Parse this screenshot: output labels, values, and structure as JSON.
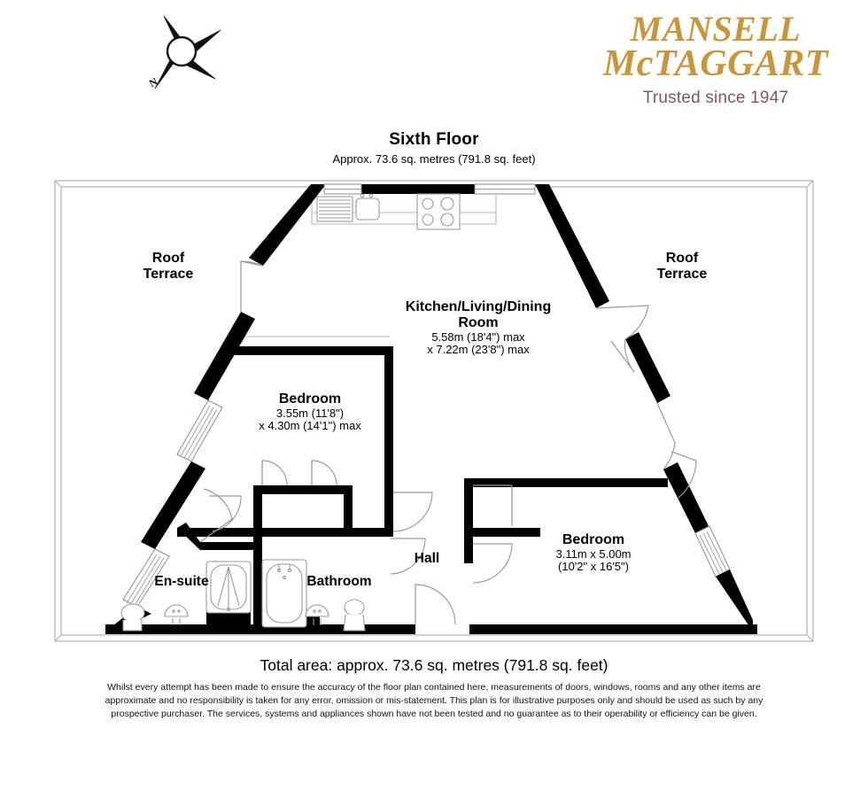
{
  "brand": {
    "logo_line1": "MANSELL",
    "logo_line2": "McTAGGART",
    "tagline": "Trusted since 1947",
    "gold": "#c8963c",
    "mauve": "#7b5762"
  },
  "compass": {
    "north_label": "N"
  },
  "header": {
    "floor_title": "Sixth Floor",
    "floor_area": "Approx. 73.6 sq. metres (791.8 sq. feet)"
  },
  "rooms": [
    {
      "id": "roof-terrace-left",
      "name": "Roof\nTerrace",
      "dimensions": ""
    },
    {
      "id": "roof-terrace-right",
      "name": "Roof\nTerrace",
      "dimensions": ""
    },
    {
      "id": "kitchen-living-dining",
      "name": "Kitchen/Living/Dining\nRoom",
      "dimensions": "5.58m (18'4\") max\nx 7.22m (23'8\") max"
    },
    {
      "id": "bedroom-1",
      "name": "Bedroom",
      "dimensions": "3.55m (11'8\")\nx 4.30m (14'1\") max"
    },
    {
      "id": "bedroom-2",
      "name": "Bedroom",
      "dimensions": "3.11m x 5.00m\n(10'2\" x 16'5\")"
    },
    {
      "id": "en-suite",
      "name": "En-suite",
      "dimensions": ""
    },
    {
      "id": "bathroom",
      "name": "Bathroom",
      "dimensions": ""
    },
    {
      "id": "hall",
      "name": "Hall",
      "dimensions": ""
    }
  ],
  "footer": {
    "total_area": "Total area: approx. 73.6 sq. metres (791.8 sq. feet)",
    "disclaimer": "Whilst every attempt has been made to ensure the accuracy of the floor plan contained here, measurements of doors, windows, rooms and any other items are approximate and no responsibility is taken for any error, omission or mis-statement. This plan is for illustrative purposes only and should be used as such by any prospective purchaser. The services, systems and appliances shown have not been tested and no guarantee as to their operability or efficiency can be given."
  },
  "plan_colors": {
    "wall": "#000000",
    "outline": "#b9b9b9",
    "fixture_stroke": "#8a8a8a",
    "door_arc": "#9a9a9a"
  }
}
